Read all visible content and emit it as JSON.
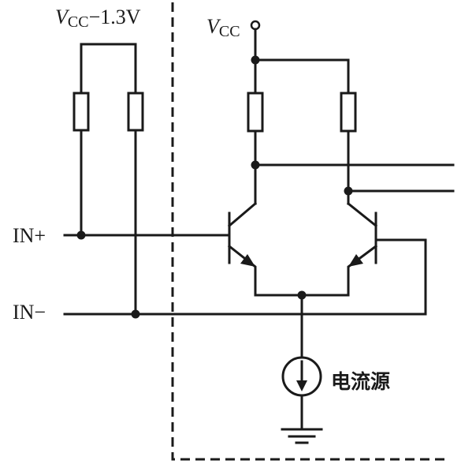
{
  "labels": {
    "vcc_minus_v": "V",
    "vcc_minus_sub": "CC",
    "vcc_minus_rest": "−1.3V",
    "vcc_v": "V",
    "vcc_sub": "CC",
    "in_plus": "IN+",
    "in_minus": "IN−",
    "current_source": "电流源"
  },
  "colors": {
    "ink": "#1a1a1a",
    "background": "#ffffff"
  }
}
